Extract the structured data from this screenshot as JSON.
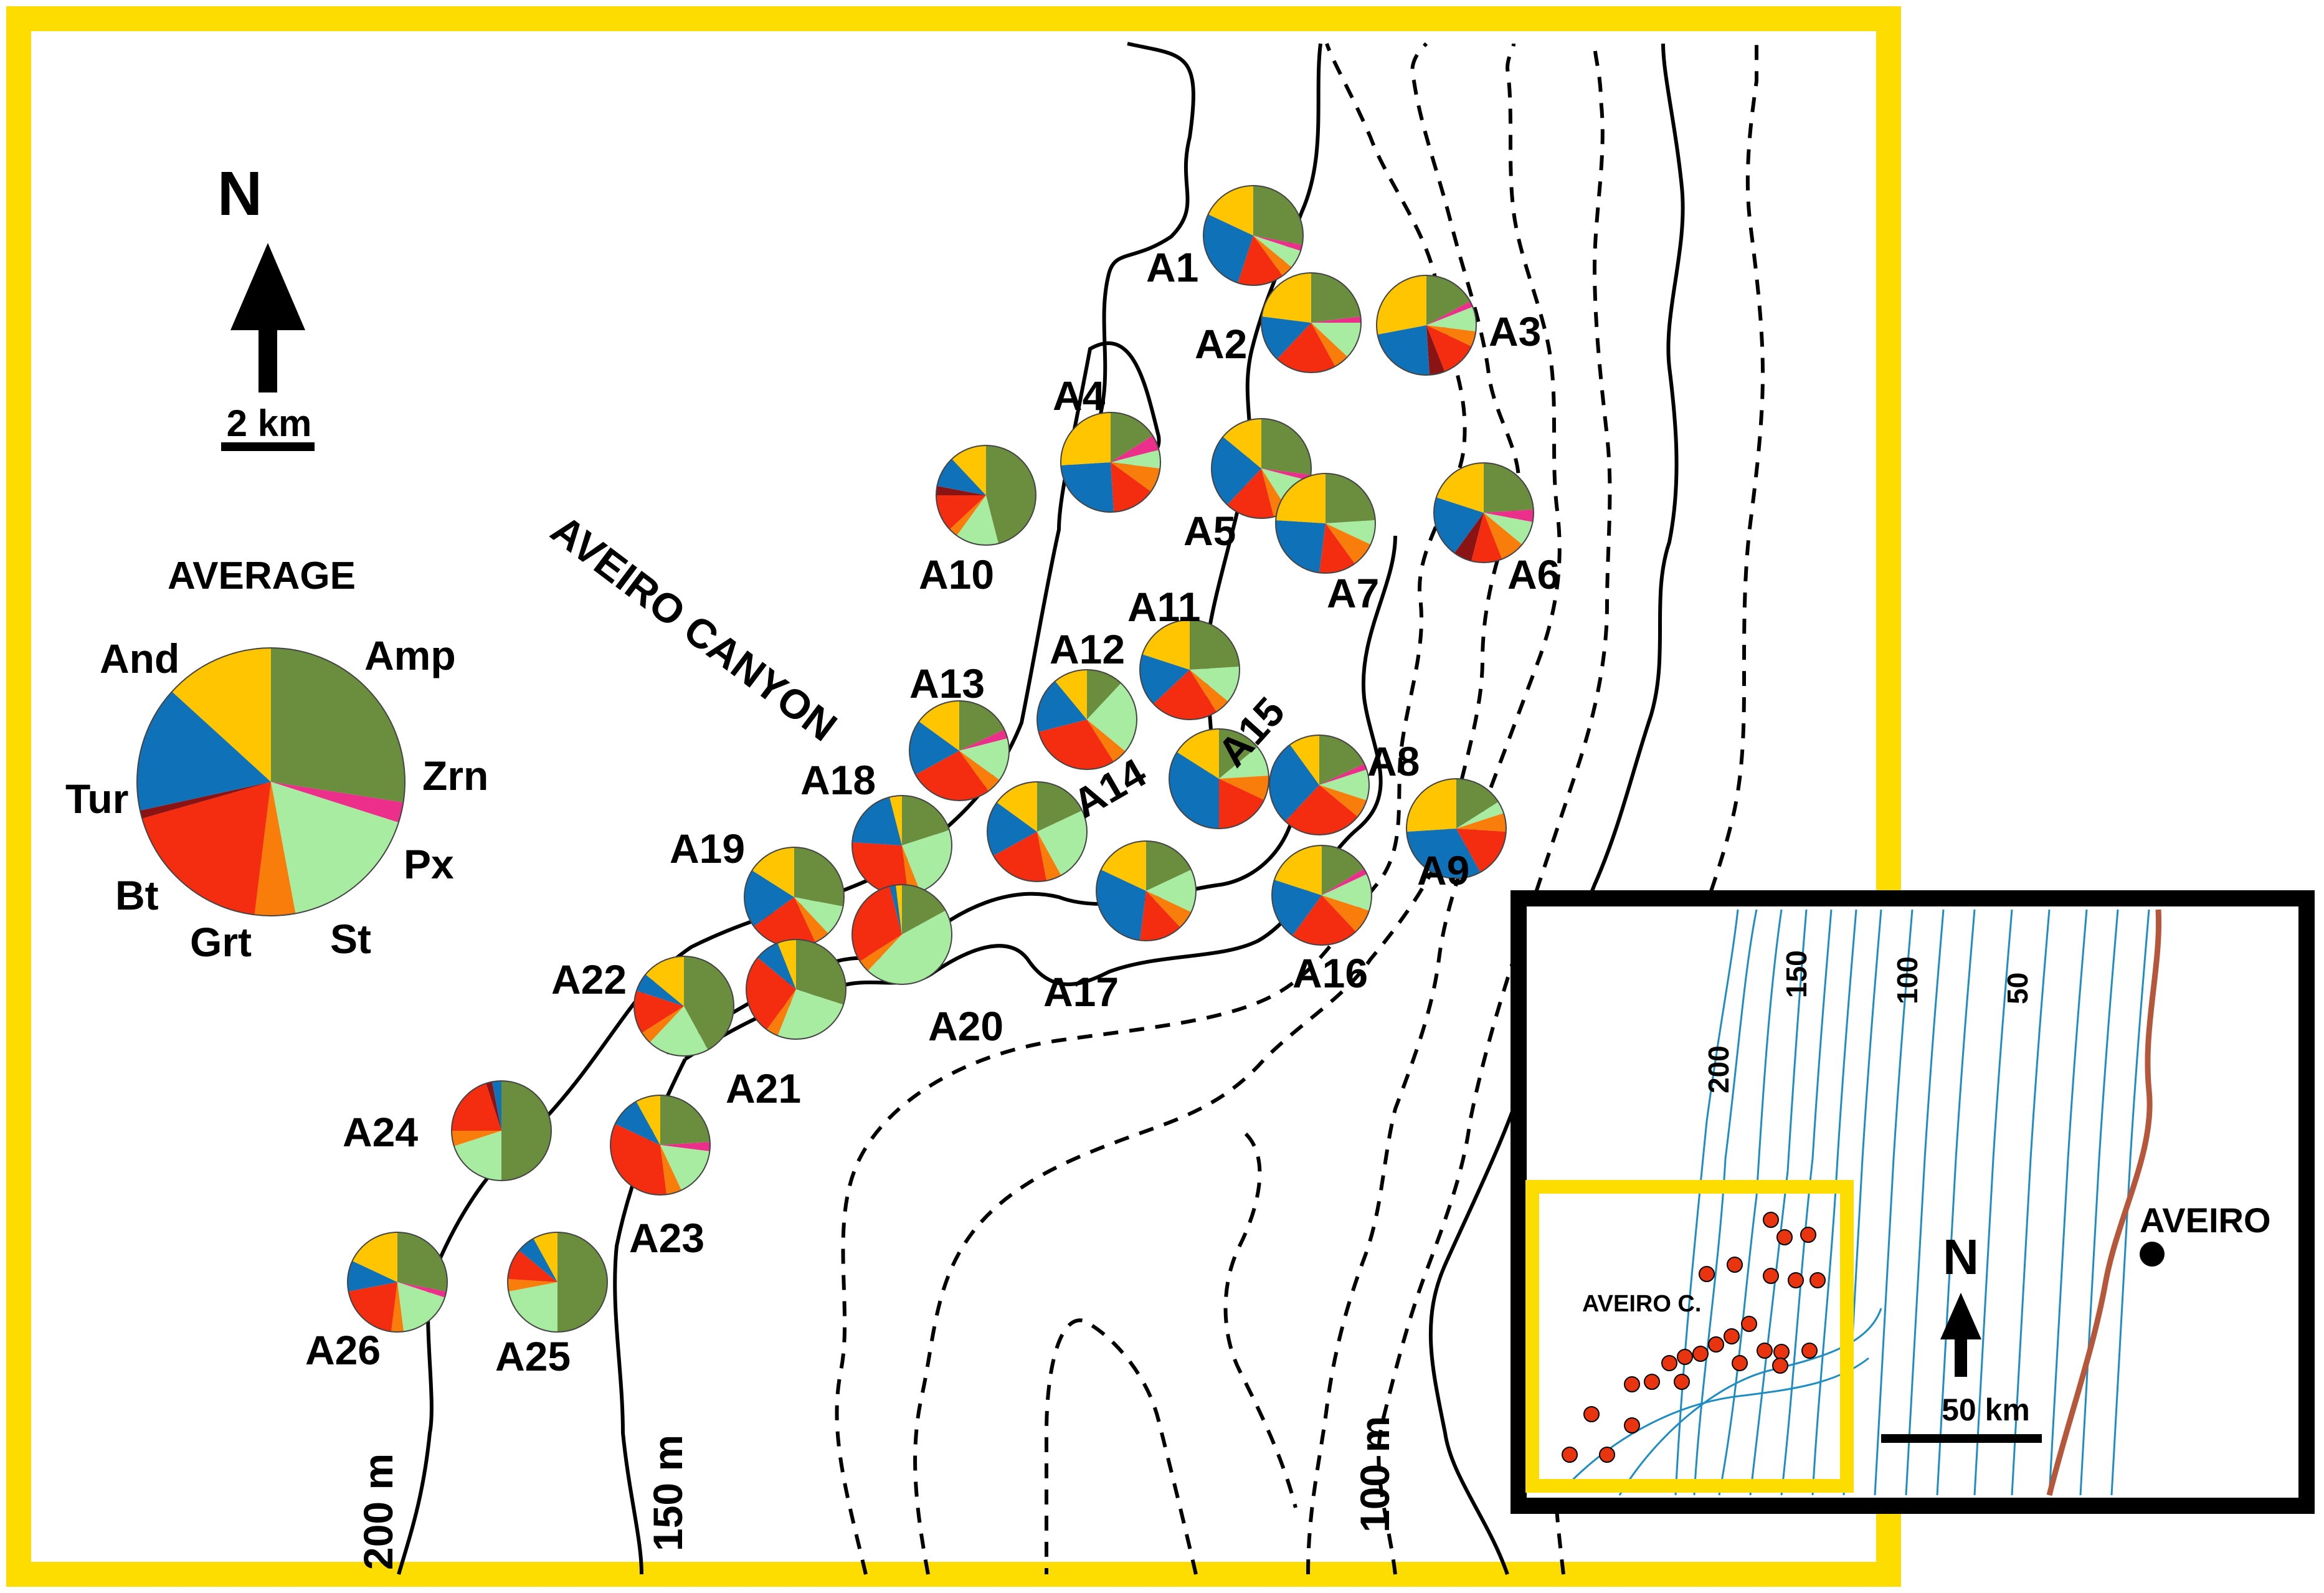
{
  "colors": {
    "frame": "#FDDC00",
    "contour": "#000000",
    "inset_contour": "#1f8dc4",
    "coast": "#b5573a",
    "station_dot": "#e8350f",
    "minerals": {
      "Amp": "#6a8e3e",
      "Zrn": "#ec2f8b",
      "Px": "#a7eca0",
      "St": "#f87d0a",
      "Grt": "#f42d10",
      "Bt": "#8a1414",
      "Tur": "#0f72b8",
      "And": "#fec500"
    }
  },
  "mineral_order": [
    "Amp",
    "Zrn",
    "Px",
    "St",
    "Grt",
    "Bt",
    "Tur",
    "And"
  ],
  "north_arrow": {
    "label": "N",
    "scale": "2 km",
    "icon": "north-arrow-icon"
  },
  "canyon_label": "AVEIRO CANYON",
  "average": {
    "title": "AVERAGE",
    "labels": {
      "Amp": "Amp",
      "Zrn": "Zrn",
      "Px": "Px",
      "St": "St",
      "Grt": "Grt",
      "Bt": "Bt",
      "Tur": "Tur",
      "And": "And"
    },
    "composition": [
      0.28,
      0.025,
      0.175,
      0.05,
      0.19,
      0.01,
      0.155,
      0.135
    ]
  },
  "depth_labels": [
    "200 m",
    "150 m",
    "100 m"
  ],
  "stations": [
    {
      "id": "A1",
      "composition": [
        0.28,
        0.02,
        0.06,
        0.04,
        0.15,
        0.0,
        0.27,
        0.18
      ]
    },
    {
      "id": "A2",
      "composition": [
        0.23,
        0.02,
        0.12,
        0.05,
        0.2,
        0.0,
        0.15,
        0.23
      ]
    },
    {
      "id": "A3",
      "composition": [
        0.17,
        0.02,
        0.08,
        0.05,
        0.12,
        0.05,
        0.23,
        0.28
      ]
    },
    {
      "id": "A4",
      "composition": [
        0.16,
        0.05,
        0.06,
        0.08,
        0.14,
        0.0,
        0.25,
        0.26
      ]
    },
    {
      "id": "A5",
      "composition": [
        0.27,
        0.02,
        0.12,
        0.05,
        0.16,
        0.0,
        0.24,
        0.14
      ]
    },
    {
      "id": "A6",
      "composition": [
        0.24,
        0.04,
        0.08,
        0.08,
        0.1,
        0.06,
        0.2,
        0.2
      ]
    },
    {
      "id": "A7",
      "composition": [
        0.24,
        0.0,
        0.08,
        0.08,
        0.12,
        0.0,
        0.24,
        0.24
      ]
    },
    {
      "id": "A8",
      "composition": [
        0.18,
        0.02,
        0.1,
        0.06,
        0.26,
        0.0,
        0.28,
        0.1
      ]
    },
    {
      "id": "A9",
      "composition": [
        0.16,
        0.0,
        0.04,
        0.06,
        0.16,
        0.0,
        0.32,
        0.26
      ]
    },
    {
      "id": "A10",
      "composition": [
        0.46,
        0.0,
        0.14,
        0.03,
        0.12,
        0.03,
        0.1,
        0.12
      ]
    },
    {
      "id": "A11",
      "composition": [
        0.24,
        0.0,
        0.12,
        0.05,
        0.22,
        0.0,
        0.17,
        0.2
      ]
    },
    {
      "id": "A12",
      "composition": [
        0.12,
        0.0,
        0.24,
        0.05,
        0.3,
        0.0,
        0.18,
        0.11
      ]
    },
    {
      "id": "A13",
      "composition": [
        0.18,
        0.03,
        0.14,
        0.05,
        0.27,
        0.0,
        0.18,
        0.15
      ]
    },
    {
      "id": "A14",
      "composition": [
        0.18,
        0.0,
        0.24,
        0.05,
        0.2,
        0.0,
        0.18,
        0.15
      ]
    },
    {
      "id": "A15",
      "composition": [
        0.14,
        0.0,
        0.1,
        0.08,
        0.18,
        0.0,
        0.34,
        0.16
      ]
    },
    {
      "id": "A16",
      "composition": [
        0.16,
        0.02,
        0.12,
        0.08,
        0.22,
        0.0,
        0.2,
        0.2
      ]
    },
    {
      "id": "A17",
      "composition": [
        0.18,
        0.0,
        0.14,
        0.06,
        0.14,
        0.0,
        0.3,
        0.18
      ]
    },
    {
      "id": "A18",
      "composition": [
        0.2,
        0.0,
        0.24,
        0.04,
        0.28,
        0.0,
        0.2,
        0.04
      ]
    },
    {
      "id": "A19",
      "composition": [
        0.28,
        0.0,
        0.1,
        0.05,
        0.22,
        0.0,
        0.19,
        0.16
      ]
    },
    {
      "id": "A20",
      "composition": [
        0.17,
        0.0,
        0.45,
        0.04,
        0.3,
        0.0,
        0.02,
        0.02
      ]
    },
    {
      "id": "A21",
      "composition": [
        0.3,
        0.0,
        0.26,
        0.04,
        0.26,
        0.0,
        0.08,
        0.06
      ]
    },
    {
      "id": "A22",
      "composition": [
        0.42,
        0.0,
        0.2,
        0.04,
        0.14,
        0.0,
        0.06,
        0.14
      ]
    },
    {
      "id": "A23",
      "composition": [
        0.24,
        0.03,
        0.16,
        0.05,
        0.34,
        0.0,
        0.1,
        0.08
      ]
    },
    {
      "id": "A24",
      "composition": [
        0.5,
        0.0,
        0.2,
        0.05,
        0.2,
        0.02,
        0.03,
        0.0
      ]
    },
    {
      "id": "A25",
      "composition": [
        0.5,
        0.0,
        0.22,
        0.04,
        0.1,
        0.0,
        0.06,
        0.08
      ]
    },
    {
      "id": "A26",
      "composition": [
        0.28,
        0.02,
        0.18,
        0.04,
        0.2,
        0.0,
        0.1,
        0.18
      ]
    }
  ],
  "inset": {
    "depth_labels": [
      "200",
      "150",
      "100",
      "50"
    ],
    "canyon_label": "AVEIRO C.",
    "city": "AVEIRO",
    "north_label": "N",
    "scale": "50 km"
  }
}
